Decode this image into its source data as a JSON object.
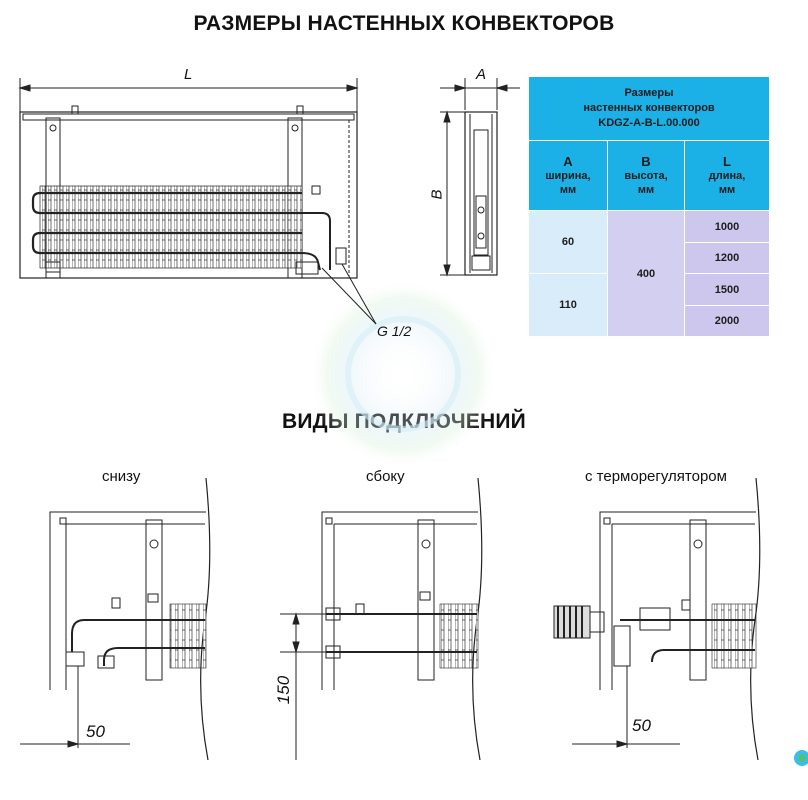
{
  "titles": {
    "dimensions": "РАЗМЕРЫ НАСТЕННЫХ КОНВЕКТОРОВ",
    "connections": "ВИДЫ ПОДКЛЮЧЕНИЙ"
  },
  "drawing_labels": {
    "length": "L",
    "width": "A",
    "height": "B",
    "thread": "G 1/2"
  },
  "table": {
    "header_line1": "Размеры",
    "header_line2": "настенных конвекторов",
    "header_line3": "KDGZ-A-B-L.00.000",
    "col_a_letter": "A",
    "col_a_desc1": "ширина,",
    "col_a_desc2": "мм",
    "col_b_letter": "B",
    "col_b_desc1": "высота,",
    "col_b_desc2": "мм",
    "col_l_letter": "L",
    "col_l_desc1": "длина,",
    "col_l_desc2": "мм",
    "widths": [
      "60",
      "110"
    ],
    "height": "400",
    "lengths": [
      "1000",
      "1200",
      "1500",
      "2000"
    ]
  },
  "views": {
    "bottom": "снизу",
    "side": "сбоку",
    "thermostat": "с терморегулятором"
  },
  "dimensions": {
    "offset_bottom": "50",
    "offset_side": "150",
    "offset_thermostat": "50"
  },
  "colors": {
    "header_blue": "#1bb0e6",
    "light_blue": "#d9ecf9",
    "lavender": "#d3cff0",
    "line": "#222222"
  }
}
